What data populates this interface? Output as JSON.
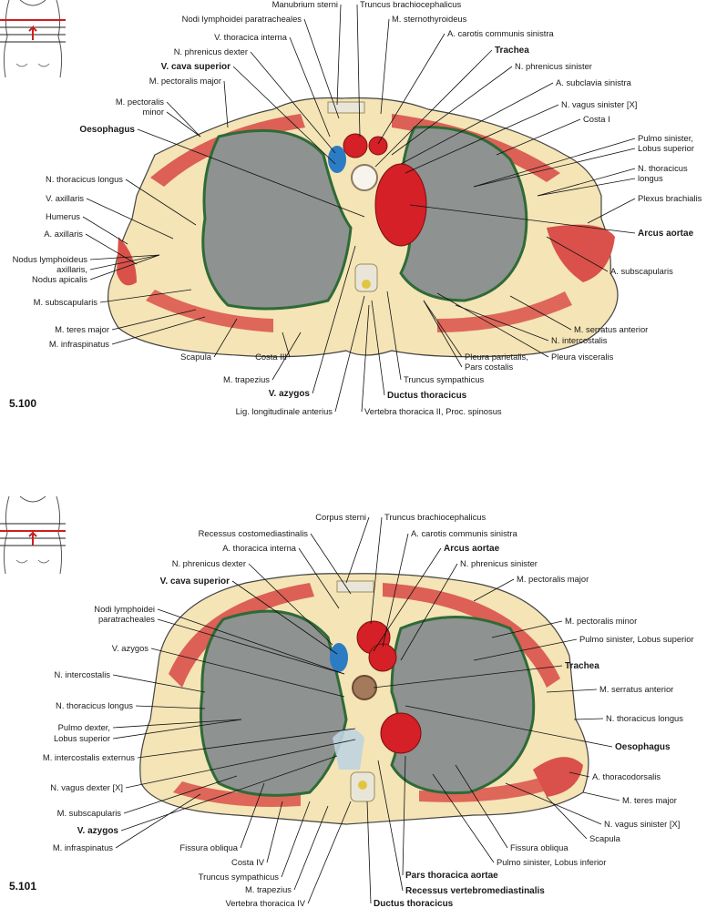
{
  "colors": {
    "skin": "#f0dba8",
    "fat": "#f4e4b6",
    "muscle": "#d9514a",
    "lung": "#8e9290",
    "pleura": "#2e6b37",
    "artery": "#d42026",
    "vein": "#2c7cc4",
    "bone": "#e9e6d9",
    "leader": "#111111",
    "bodyline": "#444444"
  },
  "figures": [
    {
      "number": "5.100",
      "labels": [
        {
          "text": "Manubrium sterni",
          "bold": false
        },
        {
          "text": "Truncus brachiocephalicus",
          "bold": false
        },
        {
          "text": "Nodi lymphoidei paratracheales",
          "bold": false
        },
        {
          "text": "M. sternothyroideus",
          "bold": false
        },
        {
          "text": "V. thoracica interna",
          "bold": false
        },
        {
          "text": "A. carotis communis sinistra",
          "bold": false
        },
        {
          "text": "N. phrenicus dexter",
          "bold": false
        },
        {
          "text": "Trachea",
          "bold": true
        },
        {
          "text": "V. cava superior",
          "bold": true
        },
        {
          "text": "N. phrenicus sinister",
          "bold": false
        },
        {
          "text": "M. pectoralis major",
          "bold": false
        },
        {
          "text": "A. subclavia sinistra",
          "bold": false
        },
        {
          "text": "M. pectoralis",
          "bold": false
        },
        {
          "text": "minor",
          "bold": false
        },
        {
          "text": "N. vagus sinister [X]",
          "bold": false
        },
        {
          "text": "Costa I",
          "bold": false
        },
        {
          "text": "Oesophagus",
          "bold": true
        },
        {
          "text": "Pulmo sinister,",
          "bold": false
        },
        {
          "text": "Lobus superior",
          "bold": false
        },
        {
          "text": "N. thoracicus longus",
          "bold": false
        },
        {
          "text": "N. thoracicus",
          "bold": false
        },
        {
          "text": "longus",
          "bold": false
        },
        {
          "text": "V. axillaris",
          "bold": false
        },
        {
          "text": "Plexus brachialis",
          "bold": false
        },
        {
          "text": "Humerus",
          "bold": false
        },
        {
          "text": "Arcus aortae",
          "bold": true
        },
        {
          "text": "A. axillaris",
          "bold": false
        },
        {
          "text": "Nodus lymphoideus",
          "bold": false
        },
        {
          "text": "axillaris,",
          "bold": false
        },
        {
          "text": "Nodus apicalis",
          "bold": false
        },
        {
          "text": "A. subscapularis",
          "bold": false
        },
        {
          "text": "M. subscapularis",
          "bold": false
        },
        {
          "text": "M. teres major",
          "bold": false
        },
        {
          "text": "M. serratus anterior",
          "bold": false
        },
        {
          "text": "M. infraspinatus",
          "bold": false
        },
        {
          "text": "N. intercostalis",
          "bold": false
        },
        {
          "text": "Scapula",
          "bold": false
        },
        {
          "text": "Costa III",
          "bold": false
        },
        {
          "text": "Pleura parietalis,",
          "bold": false
        },
        {
          "text": "Pars costalis",
          "bold": false
        },
        {
          "text": "Pleura visceralis",
          "bold": false
        },
        {
          "text": "M. trapezius",
          "bold": false
        },
        {
          "text": "Truncus sympathicus",
          "bold": false
        },
        {
          "text": "V. azygos",
          "bold": true
        },
        {
          "text": "Ductus thoracicus",
          "bold": true
        },
        {
          "text": "Lig. longitudinale anterius",
          "bold": false
        },
        {
          "text": "Vertebra thoracica II, Proc. spinosus",
          "bold": false
        }
      ]
    },
    {
      "number": "5.101",
      "labels": [
        {
          "text": "Corpus sterni",
          "bold": false
        },
        {
          "text": "Truncus brachiocephalicus",
          "bold": false
        },
        {
          "text": "Recessus costomediastinalis",
          "bold": false
        },
        {
          "text": "A. carotis communis sinistra",
          "bold": false
        },
        {
          "text": "A. thoracica interna",
          "bold": false
        },
        {
          "text": "Arcus aortae",
          "bold": true
        },
        {
          "text": "N. phrenicus dexter",
          "bold": false
        },
        {
          "text": "N. phrenicus sinister",
          "bold": false
        },
        {
          "text": "V. cava superior",
          "bold": true
        },
        {
          "text": "M. pectoralis major",
          "bold": false
        },
        {
          "text": "Nodi lymphoidei",
          "bold": false
        },
        {
          "text": "paratracheales",
          "bold": false
        },
        {
          "text": "M. pectoralis minor",
          "bold": false
        },
        {
          "text": "V. azygos",
          "bold": false
        },
        {
          "text": "Pulmo sinister, Lobus superior",
          "bold": false
        },
        {
          "text": "N. intercostalis",
          "bold": false
        },
        {
          "text": "Trachea",
          "bold": true
        },
        {
          "text": "M. serratus anterior",
          "bold": false
        },
        {
          "text": "N. thoracicus longus",
          "bold": false
        },
        {
          "text": "N. thoracicus longus",
          "bold": false
        },
        {
          "text": "Pulmo dexter,",
          "bold": false
        },
        {
          "text": "Lobus superior",
          "bold": false
        },
        {
          "text": "Oesophagus",
          "bold": true
        },
        {
          "text": "M. intercostalis externus",
          "bold": false
        },
        {
          "text": "A. thoracodorsalis",
          "bold": false
        },
        {
          "text": "N. vagus dexter [X]",
          "bold": false
        },
        {
          "text": "M. teres major",
          "bold": false
        },
        {
          "text": "M. subscapularis",
          "bold": false
        },
        {
          "text": "N. vagus sinister [X]",
          "bold": false
        },
        {
          "text": "V. azygos",
          "bold": true
        },
        {
          "text": "Scapula",
          "bold": false
        },
        {
          "text": "M. infraspinatus",
          "bold": false
        },
        {
          "text": "Fissura obliqua",
          "bold": false
        },
        {
          "text": "Fissura obliqua",
          "bold": false
        },
        {
          "text": "Costa IV",
          "bold": false
        },
        {
          "text": "Pulmo sinister, Lobus inferior",
          "bold": false
        },
        {
          "text": "Truncus sympathicus",
          "bold": false
        },
        {
          "text": "Pars thoracica aortae",
          "bold": true
        },
        {
          "text": "M. trapezius",
          "bold": false
        },
        {
          "text": "Recessus vertebromediastinalis",
          "bold": true
        },
        {
          "text": "Vertebra thoracica IV",
          "bold": false
        },
        {
          "text": "Ductus thoracicus",
          "bold": true
        }
      ]
    }
  ]
}
